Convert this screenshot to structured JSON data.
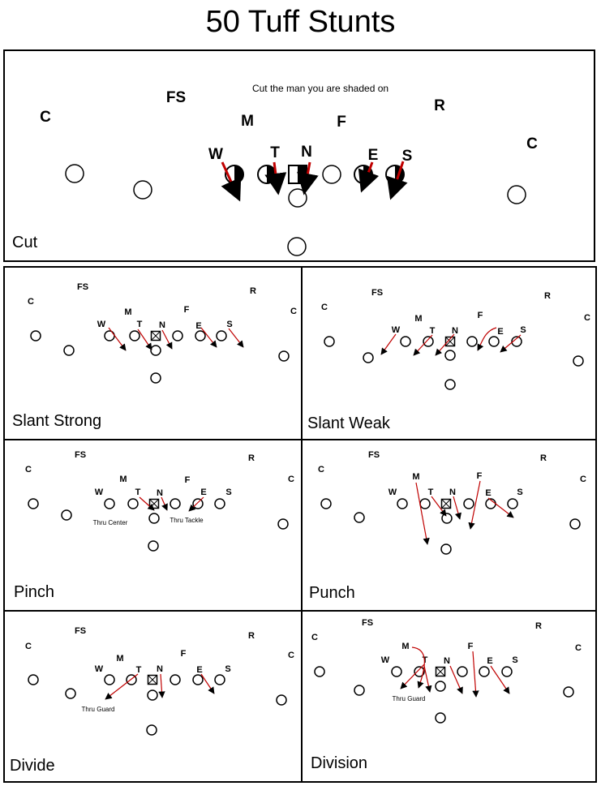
{
  "title": "50 Tuff Stunts",
  "colors": {
    "arrow": "#c00000",
    "line": "#000000",
    "bg": "#ffffff"
  },
  "main": {
    "name": "Cut",
    "note": "Cut the man you are shaded on",
    "defenders": [
      "C",
      "FS",
      "M",
      "F",
      "R",
      "C",
      "W",
      "T",
      "N",
      "E",
      "S"
    ]
  },
  "panels": [
    {
      "name": "Slant Strong",
      "notes": []
    },
    {
      "name": "Slant Weak",
      "notes": []
    },
    {
      "name": "Pinch",
      "notes": [
        "Thru Center",
        "Thru Tackle"
      ]
    },
    {
      "name": "Punch",
      "notes": []
    },
    {
      "name": "Divide",
      "notes": [
        "Thru Guard"
      ]
    },
    {
      "name": "Division",
      "notes": [
        "Thru Guard"
      ]
    }
  ]
}
